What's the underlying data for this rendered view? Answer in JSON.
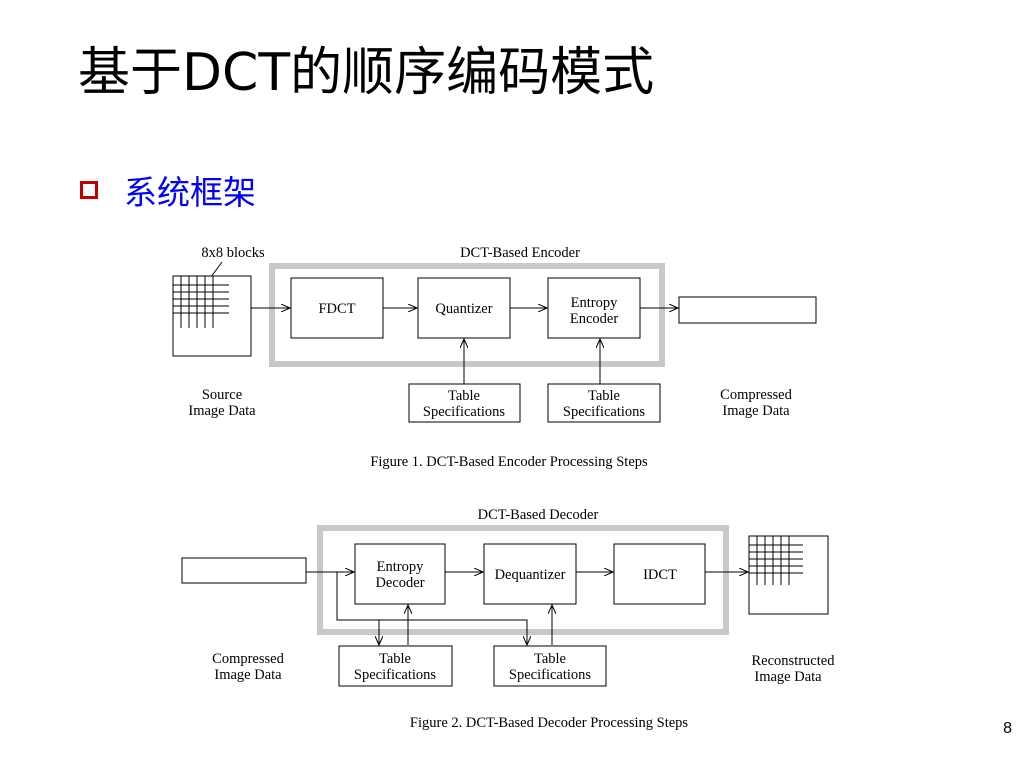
{
  "slide": {
    "title": "基于DCT的顺序编码模式",
    "bullet": "系统框架",
    "page_number": "8"
  },
  "encoder": {
    "group_label": "DCT-Based Encoder",
    "blocks_label": "8x8 blocks",
    "fdct": "FDCT",
    "quantizer": "Quantizer",
    "entropy_line1": "Entropy",
    "entropy_line2": "Encoder",
    "table_line1": "Table",
    "table_line2": "Specifications",
    "source_line1": "Source",
    "source_line2": "Image Data",
    "output_line1": "Compressed",
    "output_line2": "Image Data",
    "caption": "Figure 1.  DCT-Based Encoder Processing Steps"
  },
  "decoder": {
    "group_label": "DCT-Based Decoder",
    "entropy_line1": "Entropy",
    "entropy_line2": "Decoder",
    "dequantizer": "Dequantizer",
    "idct": "IDCT",
    "table_line1": "Table",
    "table_line2": "Specifications",
    "input_line1": "Compressed",
    "input_line2": "Image Data",
    "output_line1": "Reconstructed",
    "output_line2": "Image Data",
    "caption": "Figure 2.  DCT-Based Decoder Processing Steps"
  }
}
